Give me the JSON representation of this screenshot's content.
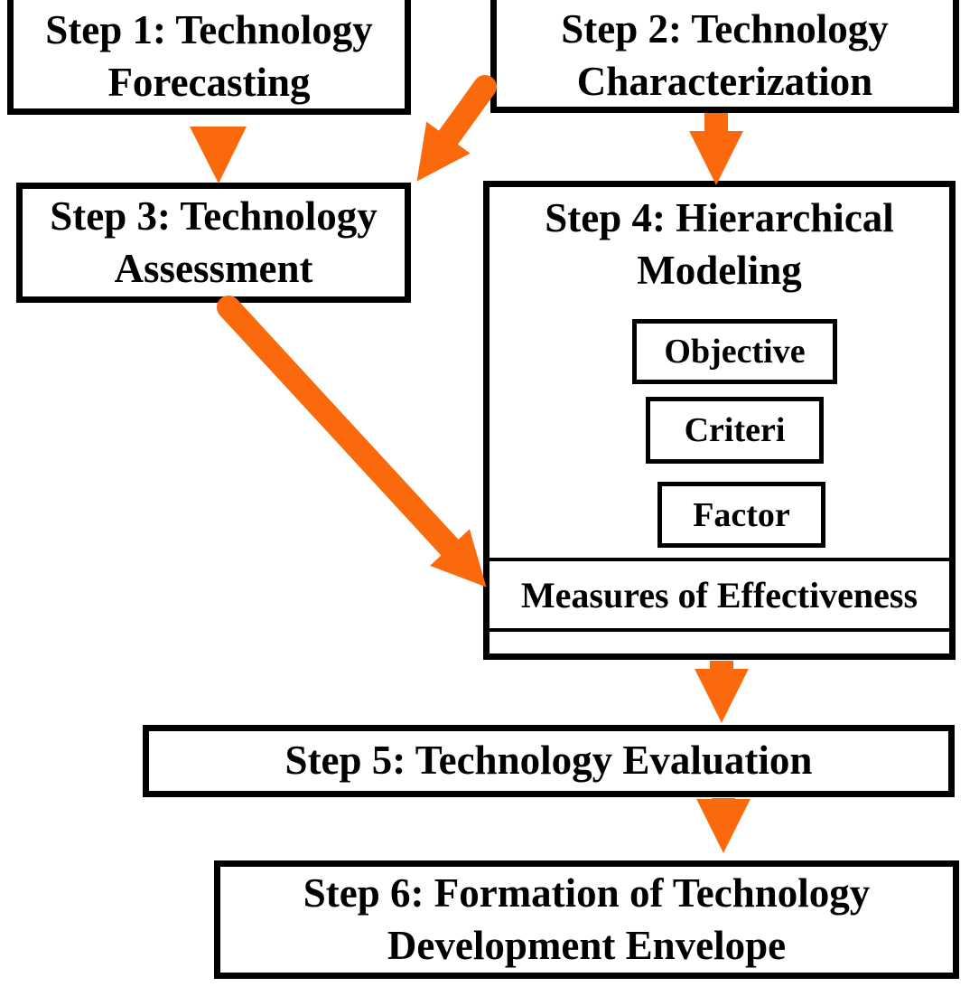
{
  "diagram": {
    "boxes": {
      "step1": {
        "line1": "Step 1: Technology",
        "line2": "Forecasting"
      },
      "step2": {
        "line1": "Step 2: Technology",
        "line2": "Characterization"
      },
      "step3": {
        "line1": "Step 3: Technology",
        "line2": "Assessment"
      },
      "step4": {
        "line1": "Step 4: Hierarchical",
        "line2": "Modeling",
        "children": [
          "Objective",
          "Criteri",
          "Factor"
        ],
        "band": "Measures of Effectiveness"
      },
      "step5": {
        "label": "Step 5: Technology Evaluation"
      },
      "step6": {
        "line1": "Step 6: Formation of Technology",
        "line2": "Development Envelope"
      }
    },
    "arrows": [
      {
        "from": "step1",
        "to": "step3"
      },
      {
        "from": "step2",
        "to": "step3"
      },
      {
        "from": "step2",
        "to": "step4"
      },
      {
        "from": "step3",
        "to": "step4-measures-band"
      },
      {
        "from": "step4",
        "to": "step5"
      },
      {
        "from": "step5",
        "to": "step6"
      }
    ],
    "colors": {
      "arrow": "#FA6A0D",
      "border": "#000000",
      "background": "#FFFFFF",
      "text": "#000000"
    }
  }
}
